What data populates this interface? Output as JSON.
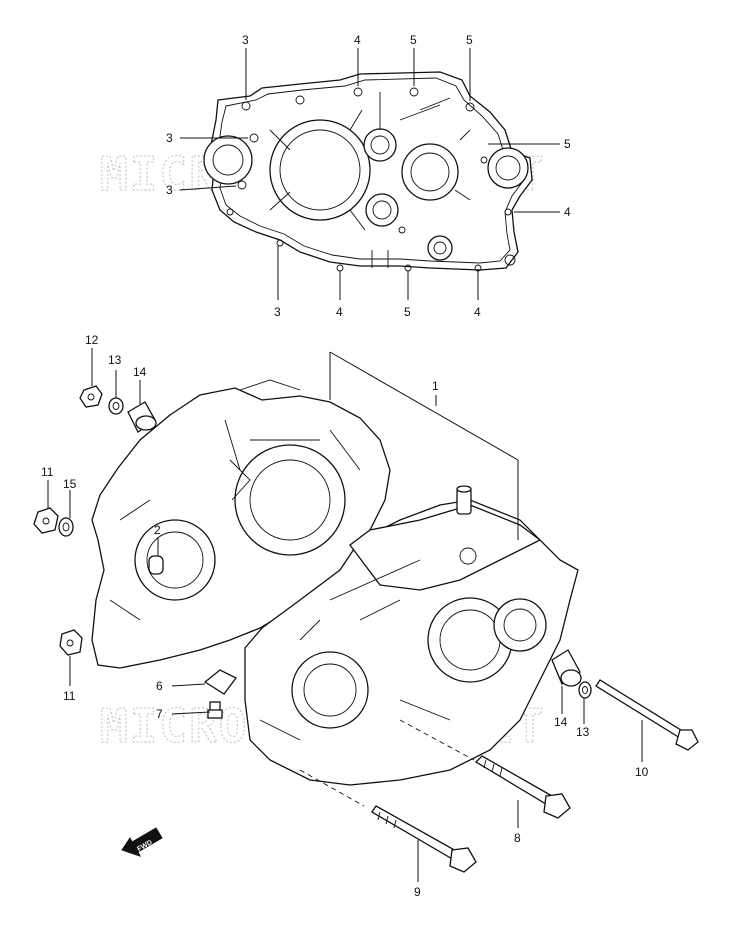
{
  "watermark": "MICROFICHES.NET",
  "fwd_label": "FWD",
  "callouts": [
    {
      "id": "gasket-3a",
      "text": "3"
    },
    {
      "id": "gasket-4a",
      "text": "4"
    },
    {
      "id": "gasket-5a",
      "text": "5"
    },
    {
      "id": "gasket-5b",
      "text": "5"
    },
    {
      "id": "gasket-3b",
      "text": "3"
    },
    {
      "id": "gasket-5c",
      "text": "5"
    },
    {
      "id": "gasket-3c",
      "text": "3"
    },
    {
      "id": "gasket-4b",
      "text": "4"
    },
    {
      "id": "gasket-3d",
      "text": "3"
    },
    {
      "id": "gasket-4c",
      "text": "4"
    },
    {
      "id": "gasket-5d",
      "text": "5"
    },
    {
      "id": "gasket-4d",
      "text": "4"
    },
    {
      "id": "part-12",
      "text": "12"
    },
    {
      "id": "part-13a",
      "text": "13"
    },
    {
      "id": "part-14a",
      "text": "14"
    },
    {
      "id": "part-1",
      "text": "1"
    },
    {
      "id": "part-11a",
      "text": "11"
    },
    {
      "id": "part-15",
      "text": "15"
    },
    {
      "id": "part-2",
      "text": "2"
    },
    {
      "id": "part-11b",
      "text": "11"
    },
    {
      "id": "part-6",
      "text": "6"
    },
    {
      "id": "part-7",
      "text": "7"
    },
    {
      "id": "part-14b",
      "text": "14"
    },
    {
      "id": "part-13b",
      "text": "13"
    },
    {
      "id": "part-10",
      "text": "10"
    },
    {
      "id": "part-8",
      "text": "8"
    },
    {
      "id": "part-9",
      "text": "9"
    }
  ]
}
